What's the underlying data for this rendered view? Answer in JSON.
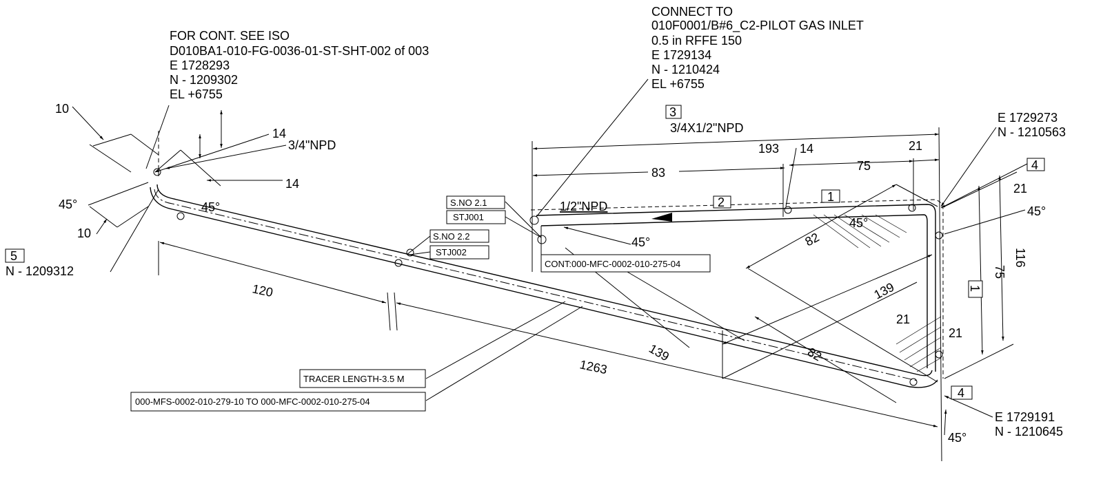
{
  "title_blocks": {
    "left_cont": [
      "FOR CONT. SEE ISO",
      "D010BA1-010-FG-0036-01-ST-SHT-002 of 003",
      "E 1728293",
      "N - 1209302",
      "EL +6755"
    ],
    "connect": [
      "CONNECT TO",
      "010F0001/B#6_C2-PILOT GAS INLET",
      "0.5 in RFFE 150",
      "E 1729134",
      "N - 1210424",
      "EL +6755"
    ],
    "top_right_coord": [
      "E 1729273",
      "N - 1210563"
    ],
    "bottom_right_coord": [
      "E 1729191",
      "N - 1210645"
    ],
    "left_coord": "N - 1209312"
  },
  "item_tags": {
    "t1a": "1",
    "t1b": "1",
    "t2": "2",
    "t3": "3",
    "t4a": "4",
    "t4b": "4",
    "t5": "5"
  },
  "size_labels": {
    "reducer": "3/4X1/2\"NPD",
    "half": "1/2\"NPD",
    "three_quarter": "3/4\"NPD"
  },
  "weld_labels": {
    "sno21": "S.NO 2.1",
    "stj001": "STJ001",
    "sno22": "S.NO 2.2",
    "stj002": "STJ002"
  },
  "notes": {
    "cont": "CONT:000-MFC-0002-010-275-04",
    "tracer": "TRACER LENGTH-3.5 M",
    "spec_break": "000-MFS-0002-010-279-10  TO 000-MFC-0002-010-275-04"
  },
  "dimensions": {
    "d193": "193",
    "d83": "83",
    "d14_top": "14",
    "d75_top": "75",
    "d21_top": "21",
    "d21_r1": "21",
    "d45_r1": "45°",
    "d116": "116",
    "d75_v": "75",
    "d139_a": "139",
    "d82_a": "82",
    "d45_hatch": "45°",
    "d45_small": "45°",
    "d21_b1": "21",
    "d21_b2": "21",
    "d82_b": "82",
    "d139_b": "139",
    "d1263": "1263",
    "d120": "120",
    "d45_bottom": "45°",
    "d10_a": "10",
    "d14_a": "14",
    "d14_b": "14",
    "d45_left": "45°",
    "d45_left2": "45°",
    "d10_b": "10"
  }
}
